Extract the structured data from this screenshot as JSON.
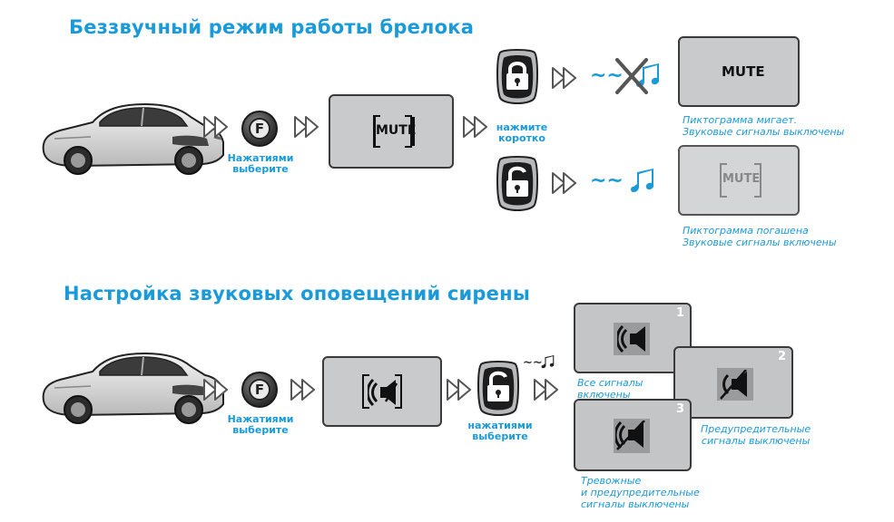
{
  "section1": {
    "title": "Беззвучный режим работы брелока",
    "f_caption_1": "Нажатиями",
    "f_caption_2": "выберите",
    "screen_label": "MUTE",
    "press_caption_1": "нажмите",
    "press_caption_2": "коротко",
    "result_top_label": "MUTE",
    "result_top_caption_1": "Пиктограмма мигает.",
    "result_top_caption_2": "Звуковые сигналы выключены",
    "result_bottom_label": "MUTE",
    "result_bottom_caption_1": "Пиктограмма погашена",
    "result_bottom_caption_2": "Звуковые сигналы включены",
    "f_button_letter": "F"
  },
  "section2": {
    "title": "Настройка звуковых оповещений сирены",
    "f_caption_1": "Нажатиями",
    "f_caption_2": "выберите",
    "f_button_letter": "F",
    "press_caption_1": "нажатиями",
    "press_caption_2": "выберите",
    "option1_number": "1",
    "option1_caption_1": "Все сигналы",
    "option1_caption_2": "включены",
    "option2_number": "2",
    "option2_caption_1": "Предупредительные",
    "option2_caption_2": "сигналы выключены",
    "option3_number": "3",
    "option3_caption_1": "Тревожные",
    "option3_caption_2": "и предупредительные",
    "option3_caption_3": "сигналы выключены"
  },
  "colors": {
    "accent": "#1a9ad8",
    "screen": "#c9cacc",
    "arrow": "#5a5a5a"
  },
  "icons": [
    "car-icon",
    "f-button-icon",
    "lock-closed-icon",
    "lock-open-icon",
    "sound-wave-icon",
    "music-note-icon",
    "speaker-icon",
    "speaker-muted-icon",
    "double-arrow-icon"
  ]
}
